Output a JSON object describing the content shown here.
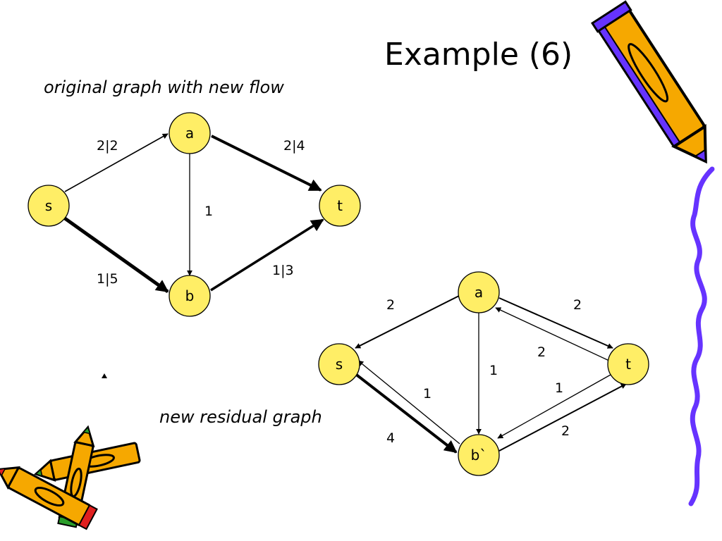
{
  "slide": {
    "title": "Example (6)",
    "caption_original": "original graph with new flow",
    "caption_residual": "new residual graph"
  },
  "graph_original": {
    "nodes": {
      "s": "s",
      "a": "a",
      "b": "b",
      "t": "t"
    },
    "edges": {
      "s_a": "2|2",
      "a_t": "2|4",
      "a_b": "1",
      "s_b": "1|5",
      "b_t": "1|3"
    }
  },
  "graph_residual": {
    "nodes": {
      "a": "a",
      "s": "s",
      "t": "t",
      "b": "b`"
    },
    "edges": {
      "a_s": "2",
      "a_t": "2",
      "t_a": "2",
      "a_b": "1",
      "b_s": "1",
      "s_b": "4",
      "t_b": "1",
      "b_t": "2"
    }
  },
  "colors": {
    "node_fill": "#ffee66",
    "decor_purple": "#6633ff",
    "pencil_orange": "#f6a800"
  }
}
